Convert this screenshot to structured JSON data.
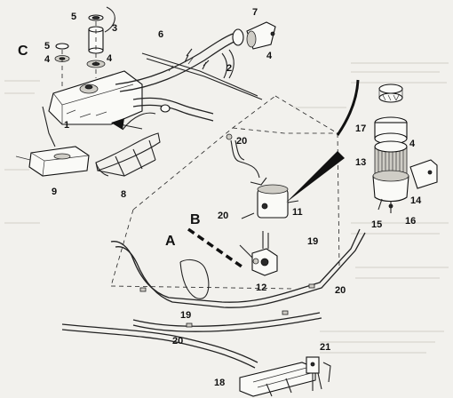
{
  "figure": {
    "callouts": [
      "1",
      "2",
      "3",
      "4",
      "4",
      "4",
      "4",
      "5",
      "5",
      "6",
      "7",
      "8",
      "9",
      "11",
      "12",
      "13",
      "14",
      "15",
      "16",
      "17",
      "18",
      "19",
      "19",
      "20",
      "20",
      "20",
      "20",
      "21"
    ],
    "letters": [
      "A",
      "B",
      "C"
    ]
  }
}
